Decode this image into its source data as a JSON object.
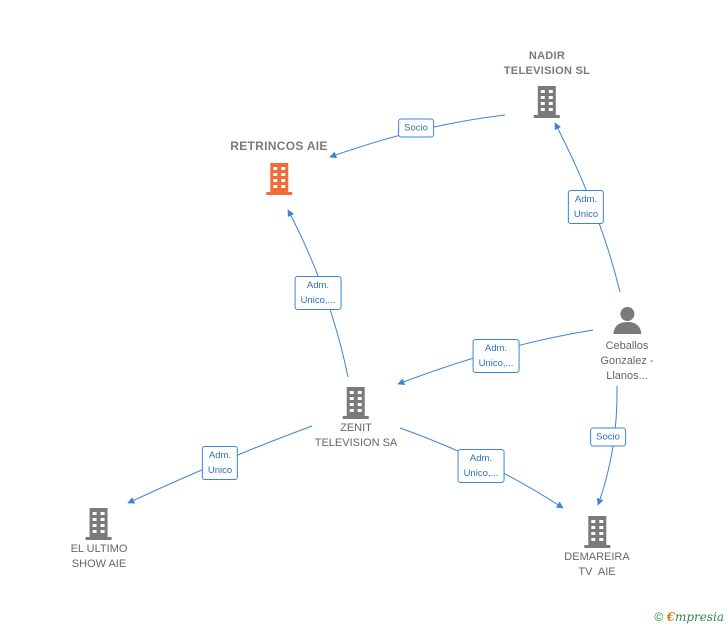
{
  "colors": {
    "edge": "#3b84d6",
    "building": "#7a7a7a",
    "building_main": "#f26b3a",
    "person": "#7a7a7a"
  },
  "nodes": {
    "retrincos": {
      "label_lines": [
        "RETRINCOS AIE"
      ],
      "icon": "building-icon"
    },
    "nadir": {
      "label_lines": [
        "NADIR",
        "TELEVISION SL"
      ],
      "icon": "building-icon"
    },
    "zenit": {
      "label_lines": [
        "ZENIT",
        "TELEVISION SA"
      ],
      "icon": "building-icon"
    },
    "ceballos": {
      "label_lines": [
        "Ceballos",
        "Gonzalez -",
        "Llanos..."
      ],
      "icon": "person-icon"
    },
    "el_ultimo": {
      "label_lines": [
        "EL ULTIMO",
        "SHOW AIE"
      ],
      "icon": "building-icon"
    },
    "demareira": {
      "label_lines": [
        "DEMAREIRA",
        "TV  AIE"
      ],
      "icon": "building-icon"
    }
  },
  "edges": [
    {
      "from": "nadir",
      "to": "retrincos",
      "label_lines": [
        "Socio"
      ]
    },
    {
      "from": "zenit",
      "to": "retrincos",
      "label_lines": [
        "Adm.",
        "Unico,..."
      ]
    },
    {
      "from": "ceballos",
      "to": "nadir",
      "label_lines": [
        "Adm.",
        "Unico"
      ]
    },
    {
      "from": "ceballos",
      "to": "zenit",
      "label_lines": [
        "Adm.",
        "Unico,..."
      ]
    },
    {
      "from": "zenit",
      "to": "el_ultimo",
      "label_lines": [
        "Adm.",
        "Unico"
      ]
    },
    {
      "from": "zenit",
      "to": "demareira",
      "label_lines": [
        "Adm.",
        "Unico,..."
      ]
    },
    {
      "from": "ceballos",
      "to": "demareira",
      "label_lines": [
        "Socio"
      ]
    }
  ],
  "brand": {
    "copyright": "©",
    "e": "€",
    "rest": "mpresia"
  }
}
